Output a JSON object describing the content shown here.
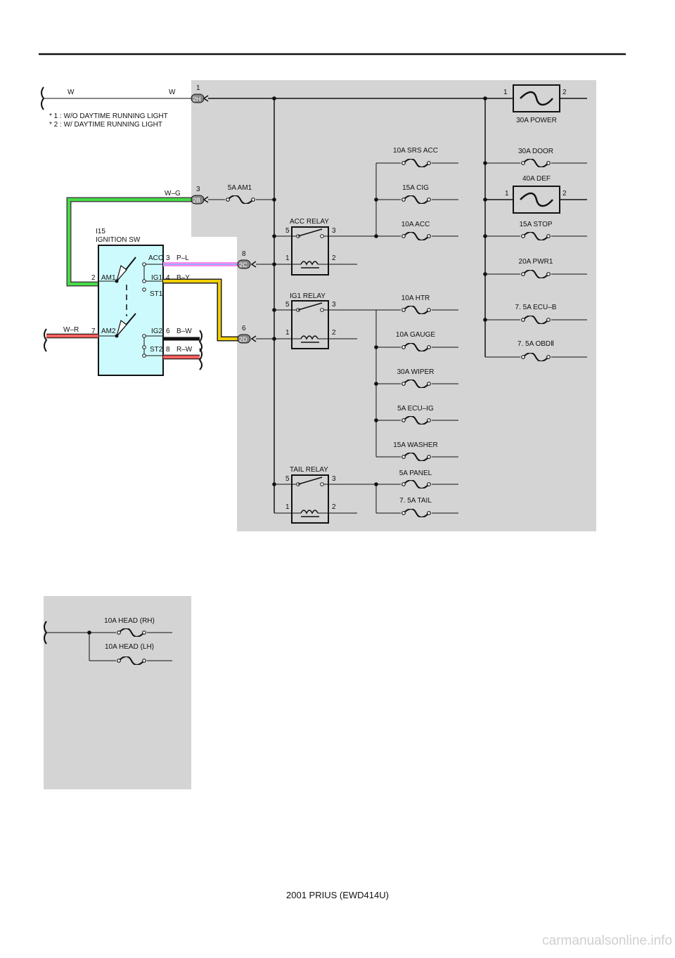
{
  "notes": [
    "* 1 : W/O DAYTIME RUNNING LIGHT",
    "* 2 : W/ DAYTIME RUNNING LIGHT"
  ],
  "footer": "2001 PRIUS (EWD414U)",
  "watermark": "carmanualsonline.info",
  "colors": {
    "panel": "#d4d4d4",
    "switch": "#cdfbfd",
    "wire_green": "#44dd44",
    "wire_pink": "#ff88ee",
    "wire_blue": "#99aaff",
    "wire_red": "#ee1111",
    "wire_yellow": "#f2d000"
  },
  "wires": {
    "w_left": "W",
    "w_right": "W",
    "wg": "W–G",
    "wr": "W–R",
    "pl": "P–L",
    "by": "B–Y",
    "bw": "B–W",
    "rw": "R–W"
  },
  "connectors": {
    "c2h": "2H",
    "c2h_pin": "1",
    "c2b": "2B",
    "c2b_pin": "3",
    "c2c": "2C",
    "c2c_pin": "8",
    "c2d": "2D",
    "c2d_pin": "6"
  },
  "switch": {
    "id": "I15",
    "name": "IGNITION SW",
    "am1": "AM1",
    "am1_pin": "2",
    "am2": "AM2",
    "am2_pin": "7",
    "acc": "ACC",
    "acc_pin": "3",
    "ig1": "IG1",
    "ig1_pin": "4",
    "st1": "ST1",
    "ig2": "IG2",
    "ig2_pin": "6",
    "st2": "ST2",
    "st2_pin": "8"
  },
  "relays": [
    {
      "name": "ACC RELAY",
      "p5": "5",
      "p3": "3",
      "p1": "1",
      "p2": "2"
    },
    {
      "name": "IG1 RELAY",
      "p5": "5",
      "p3": "3",
      "p1": "1",
      "p2": "2"
    },
    {
      "name": "TAIL RELAY",
      "p5": "5",
      "p3": "3",
      "p1": "1",
      "p2": "2"
    }
  ],
  "fuses": {
    "am1": "5A AM1",
    "srs_acc": "10A SRS ACC",
    "cig": "15A CIG",
    "acc": "10A ACC",
    "htr": "10A HTR",
    "gauge": "10A GAUGE",
    "wiper": "30A WIPER",
    "ecu_ig": "5A ECU–IG",
    "washer": "15A WASHER",
    "panel": "5A PANEL",
    "tail": "7. 5A TAIL",
    "door": "30A DOOR",
    "stop": "15A STOP",
    "pwr1": "20A PWR1",
    "ecu_b": "7. 5A ECU–B",
    "obd": "7. 5A OBDⅡ",
    "head_rh": "10A HEAD (RH)",
    "head_lh": "10A HEAD (LH)"
  },
  "fusible_links": [
    {
      "name": "30A POWER",
      "p1": "1",
      "p2": "2"
    },
    {
      "name": "40A DEF",
      "p1": "1",
      "p2": "2"
    }
  ]
}
